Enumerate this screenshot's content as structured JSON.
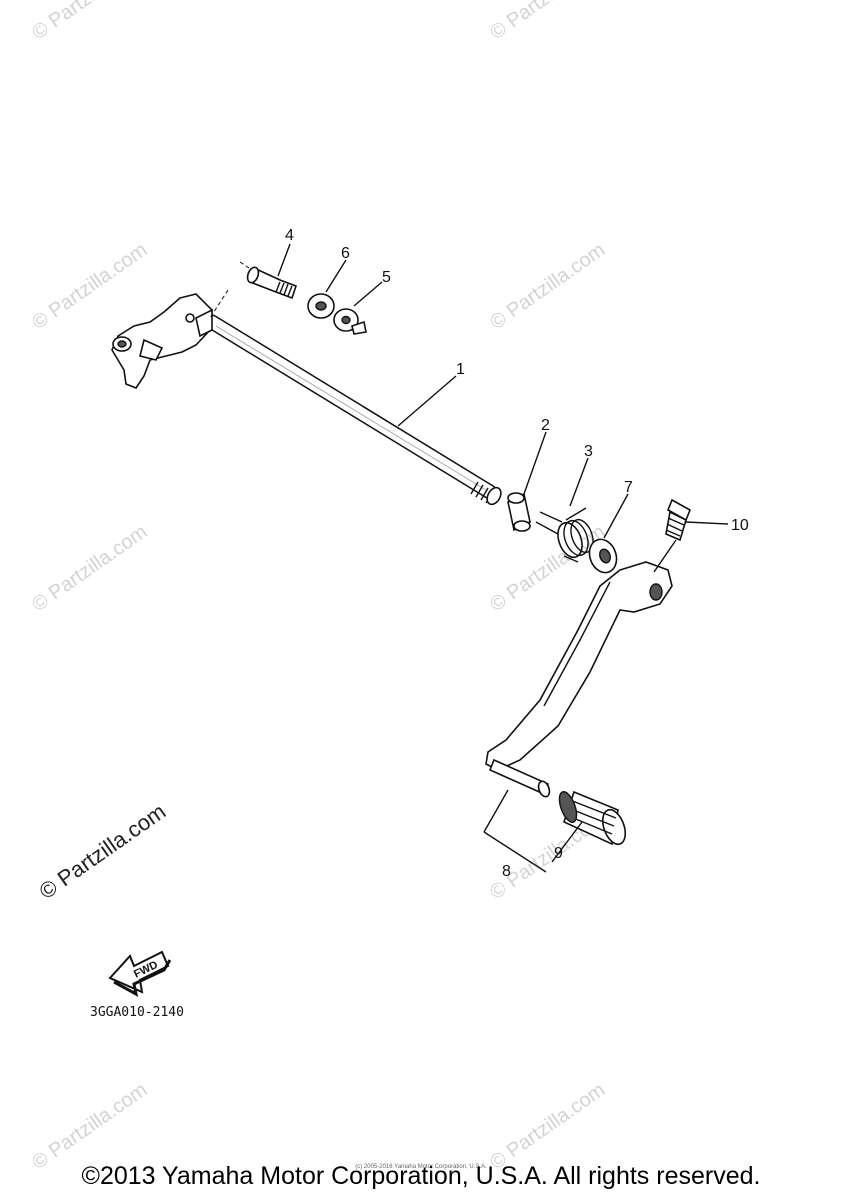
{
  "diagram": {
    "callouts": [
      {
        "id": "c1",
        "text": "1"
      },
      {
        "id": "c2",
        "text": "2"
      },
      {
        "id": "c3",
        "text": "3"
      },
      {
        "id": "c4",
        "text": "4"
      },
      {
        "id": "c5",
        "text": "5"
      },
      {
        "id": "c6",
        "text": "6"
      },
      {
        "id": "c7",
        "text": "7"
      },
      {
        "id": "c8",
        "text": "8"
      },
      {
        "id": "c9",
        "text": "9"
      },
      {
        "id": "c10",
        "text": "10"
      }
    ],
    "fwd_label": "FWD",
    "diagram_code": "3GGA010-2140"
  },
  "watermark": {
    "text": "© Partzilla.com"
  },
  "footer": {
    "copyright": "©2013 Yamaha Motor Corporation, U.S.A. All rights reserved.",
    "fine_print": "(c) 2005-2016 Yamaha Motor Corporation, U.S.A."
  }
}
